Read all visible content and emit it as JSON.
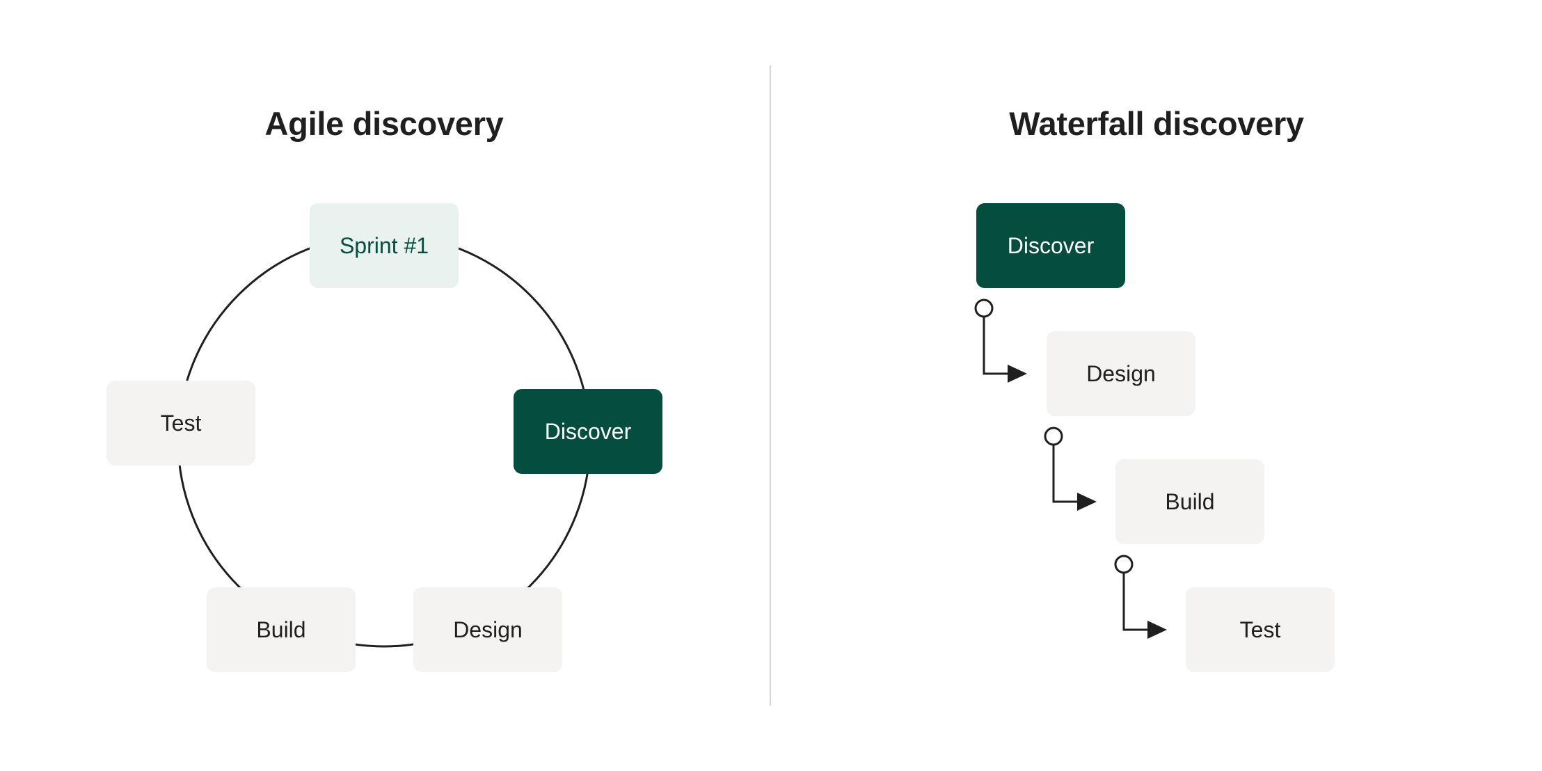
{
  "agile": {
    "title": "Agile discovery",
    "steps": {
      "sprint": "Sprint #1",
      "discover": "Discover",
      "design": "Design",
      "build": "Build",
      "test": "Test"
    }
  },
  "waterfall": {
    "title": "Waterfall discovery",
    "steps": [
      "Discover",
      "Design",
      "Build",
      "Test"
    ]
  },
  "colors": {
    "primary": "#054d3f",
    "light": "#e9f2ee",
    "neutral": "#f4f3f1",
    "text": "#1f1f1f",
    "divider": "#d4d4d2"
  }
}
